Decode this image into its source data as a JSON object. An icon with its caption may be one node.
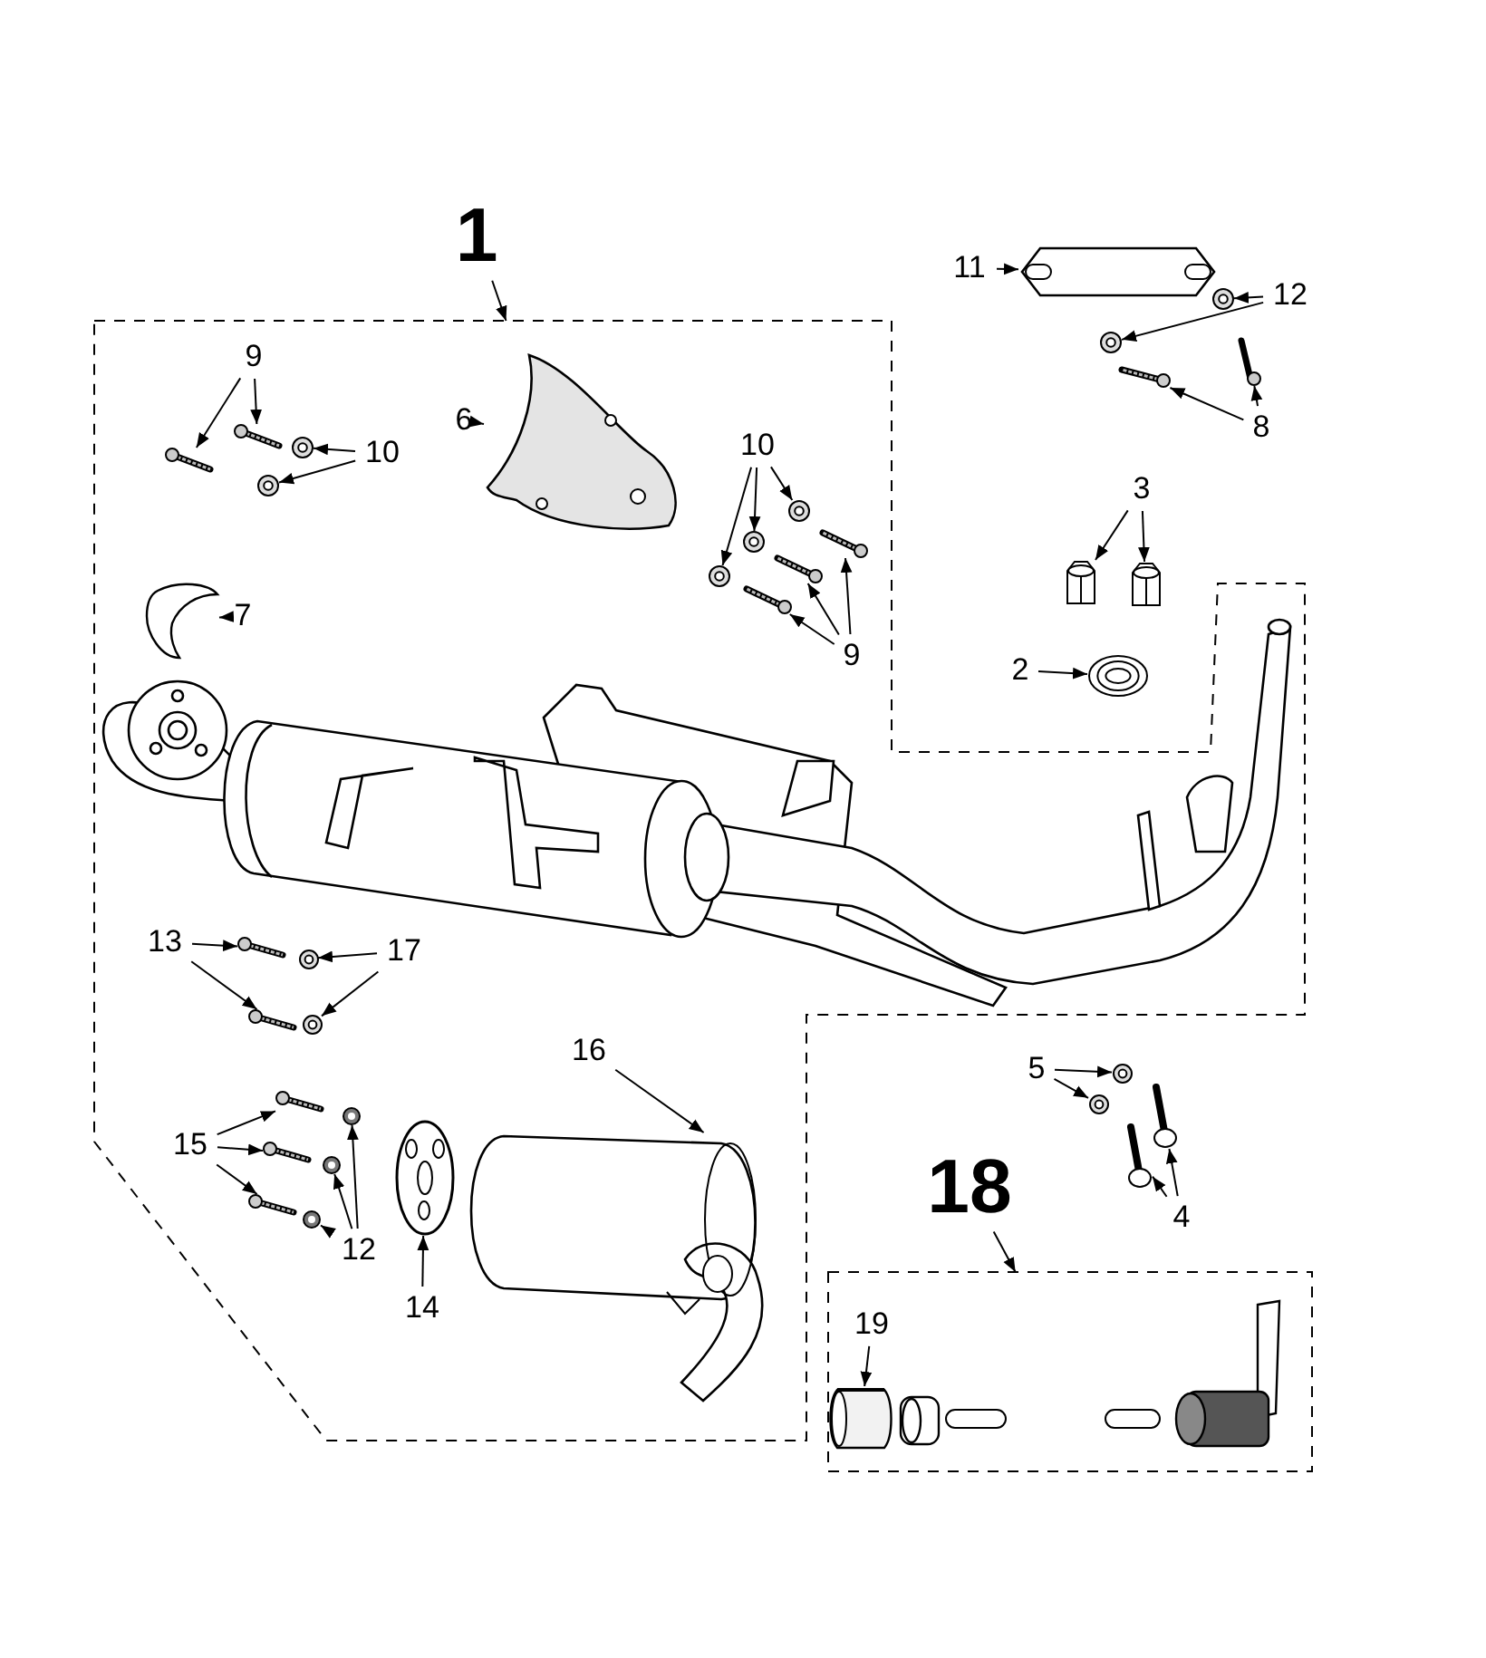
{
  "diagram": {
    "nodes": [
      {
        "text": [
          "1"
        ]
      },
      {
        "text": [],
        "shape": "box"
      },
      {
        "text": [
          "9"
        ],
        "in": 1
      },
      {
        "text": [],
        "shape": "picture",
        "in": 1
      },
      {
        "text": [],
        "shape": "picture",
        "in": 1
      },
      {
        "text": [],
        "shape": "picture",
        "in": 1
      },
      {
        "text": [],
        "shape": "picture",
        "in": 1
      },
      {
        "text": [
          "10"
        ],
        "in": 1
      },
      {
        "text": [
          "6"
        ],
        "in": 1
      },
      {
        "text": [],
        "shape": "picture",
        "in": 1
      },
      {
        "text": [
          "10"
        ],
        "in": 1
      },
      {
        "text": [],
        "shape": "picture",
        "in": 1
      },
      {
        "text": [],
        "shape": "picture",
        "in": 1
      },
      {
        "text": [],
        "shape": "picture",
        "in": 1
      },
      {
        "text": [],
        "shape": "picture",
        "in": 1
      },
      {
        "text": [],
        "shape": "picture",
        "in": 1
      },
      {
        "text": [],
        "shape": "picture",
        "in": 1
      },
      {
        "text": [
          "9"
        ],
        "in": 1
      },
      {
        "text": [
          "7"
        ],
        "in": 1
      },
      {
        "text": [],
        "shape": "picture",
        "in": 1
      },
      {
        "text": [
          "13"
        ],
        "in": 1
      },
      {
        "text": [],
        "shape": "picture",
        "in": 1
      },
      {
        "text": [],
        "shape": "picture",
        "in": 1
      },
      {
        "text": [
          "17"
        ],
        "in": 1
      },
      {
        "text": [],
        "shape": "picture",
        "in": 1
      },
      {
        "text": [],
        "shape": "picture",
        "in": 1
      },
      {
        "text": [
          "15"
        ],
        "in": 1
      },
      {
        "text": [],
        "shape": "picture",
        "in": 1
      },
      {
        "text": [],
        "shape": "picture",
        "in": 1
      },
      {
        "text": [],
        "shape": "picture",
        "in": 1
      },
      {
        "text": [],
        "shape": "picture",
        "in": 1
      },
      {
        "text": [],
        "shape": "picture",
        "in": 1
      },
      {
        "text": [],
        "shape": "picture",
        "in": 1
      },
      {
        "text": [
          "12"
        ],
        "in": 1
      },
      {
        "text": [
          "14"
        ],
        "in": 1
      },
      {
        "text": [],
        "shape": "picture",
        "in": 1
      },
      {
        "text": [
          "16"
        ],
        "in": 1
      },
      {
        "text": [],
        "shape": "picture",
        "in": 1
      },
      {
        "text": [
          "11"
        ]
      },
      {
        "text": [],
        "shape": "picture"
      },
      {
        "text": [
          "12"
        ]
      },
      {
        "text": [],
        "shape": "picture"
      },
      {
        "text": [],
        "shape": "picture"
      },
      {
        "text": [],
        "shape": "picture"
      },
      {
        "text": [],
        "shape": "picture"
      },
      {
        "text": [
          "8"
        ]
      },
      {
        "text": [
          "3"
        ]
      },
      {
        "text": [],
        "shape": "picture"
      },
      {
        "text": [],
        "shape": "picture"
      },
      {
        "text": [
          "2"
        ]
      },
      {
        "text": [],
        "shape": "picture"
      },
      {
        "text": [
          "5"
        ]
      },
      {
        "text": [],
        "shape": "picture"
      },
      {
        "text": [],
        "shape": "picture"
      },
      {
        "text": [],
        "shape": "picture"
      },
      {
        "text": [],
        "shape": "picture"
      },
      {
        "text": [
          "4"
        ]
      },
      {
        "text": [
          "18"
        ]
      },
      {
        "text": [],
        "shape": "box"
      },
      {
        "text": [
          "19"
        ],
        "in": 58
      },
      {
        "text": [],
        "shape": "picture",
        "in": 58
      }
    ],
    "edges": [
      {
        "from": 0,
        "to": 1,
        "arrow": "to"
      },
      {
        "from": 2,
        "to": 3,
        "arrow": "to"
      },
      {
        "from": 2,
        "to": 4,
        "arrow": "to"
      },
      {
        "from": 7,
        "to": 5,
        "arrow": "to"
      },
      {
        "from": 7,
        "to": 6,
        "arrow": "to"
      },
      {
        "from": 8,
        "to": 9,
        "arrow": "to"
      },
      {
        "from": 10,
        "to": 11,
        "arrow": "to"
      },
      {
        "from": 10,
        "to": 12,
        "arrow": "to"
      },
      {
        "from": 10,
        "to": 13,
        "arrow": "to"
      },
      {
        "from": 17,
        "to": 14,
        "arrow": "to"
      },
      {
        "from": 17,
        "to": 15,
        "arrow": "to"
      },
      {
        "from": 17,
        "to": 16,
        "arrow": "to"
      },
      {
        "from": 18,
        "to": 19,
        "arrow": "to"
      },
      {
        "from": 20,
        "to": 21,
        "arrow": "to"
      },
      {
        "from": 20,
        "to": 22,
        "arrow": "to"
      },
      {
        "from": 23,
        "to": 24,
        "arrow": "to"
      },
      {
        "from": 23,
        "to": 25,
        "arrow": "to"
      },
      {
        "from": 26,
        "to": 27,
        "arrow": "to"
      },
      {
        "from": 26,
        "to": 28,
        "arrow": "to"
      },
      {
        "from": 26,
        "to": 29,
        "arrow": "to"
      },
      {
        "from": 33,
        "to": 30,
        "arrow": "to"
      },
      {
        "from": 33,
        "to": 31,
        "arrow": "to"
      },
      {
        "from": 33,
        "to": 32,
        "arrow": "to"
      },
      {
        "from": 34,
        "to": 35,
        "arrow": "to"
      },
      {
        "from": 36,
        "to": 37,
        "arrow": "to"
      },
      {
        "from": 38,
        "to": 39,
        "arrow": "to"
      },
      {
        "from": 40,
        "to": 41,
        "arrow": "to"
      },
      {
        "from": 40,
        "to": 42,
        "arrow": "to"
      },
      {
        "from": 45,
        "to": 43,
        "arrow": "to"
      },
      {
        "from": 45,
        "to": 44,
        "arrow": "to"
      },
      {
        "from": 46,
        "to": 47,
        "arrow": "to"
      },
      {
        "from": 46,
        "to": 48,
        "arrow": "to"
      },
      {
        "from": 49,
        "to": 50,
        "arrow": "to"
      },
      {
        "from": 51,
        "to": 52,
        "arrow": "to"
      },
      {
        "from": 51,
        "to": 53,
        "arrow": "to"
      },
      {
        "from": 56,
        "to": 54,
        "arrow": "to"
      },
      {
        "from": 56,
        "to": 55,
        "arrow": "to"
      },
      {
        "from": 57,
        "to": 58,
        "arrow": "to"
      },
      {
        "from": 59,
        "to": 60,
        "arrow": "to"
      }
    ]
  }
}
